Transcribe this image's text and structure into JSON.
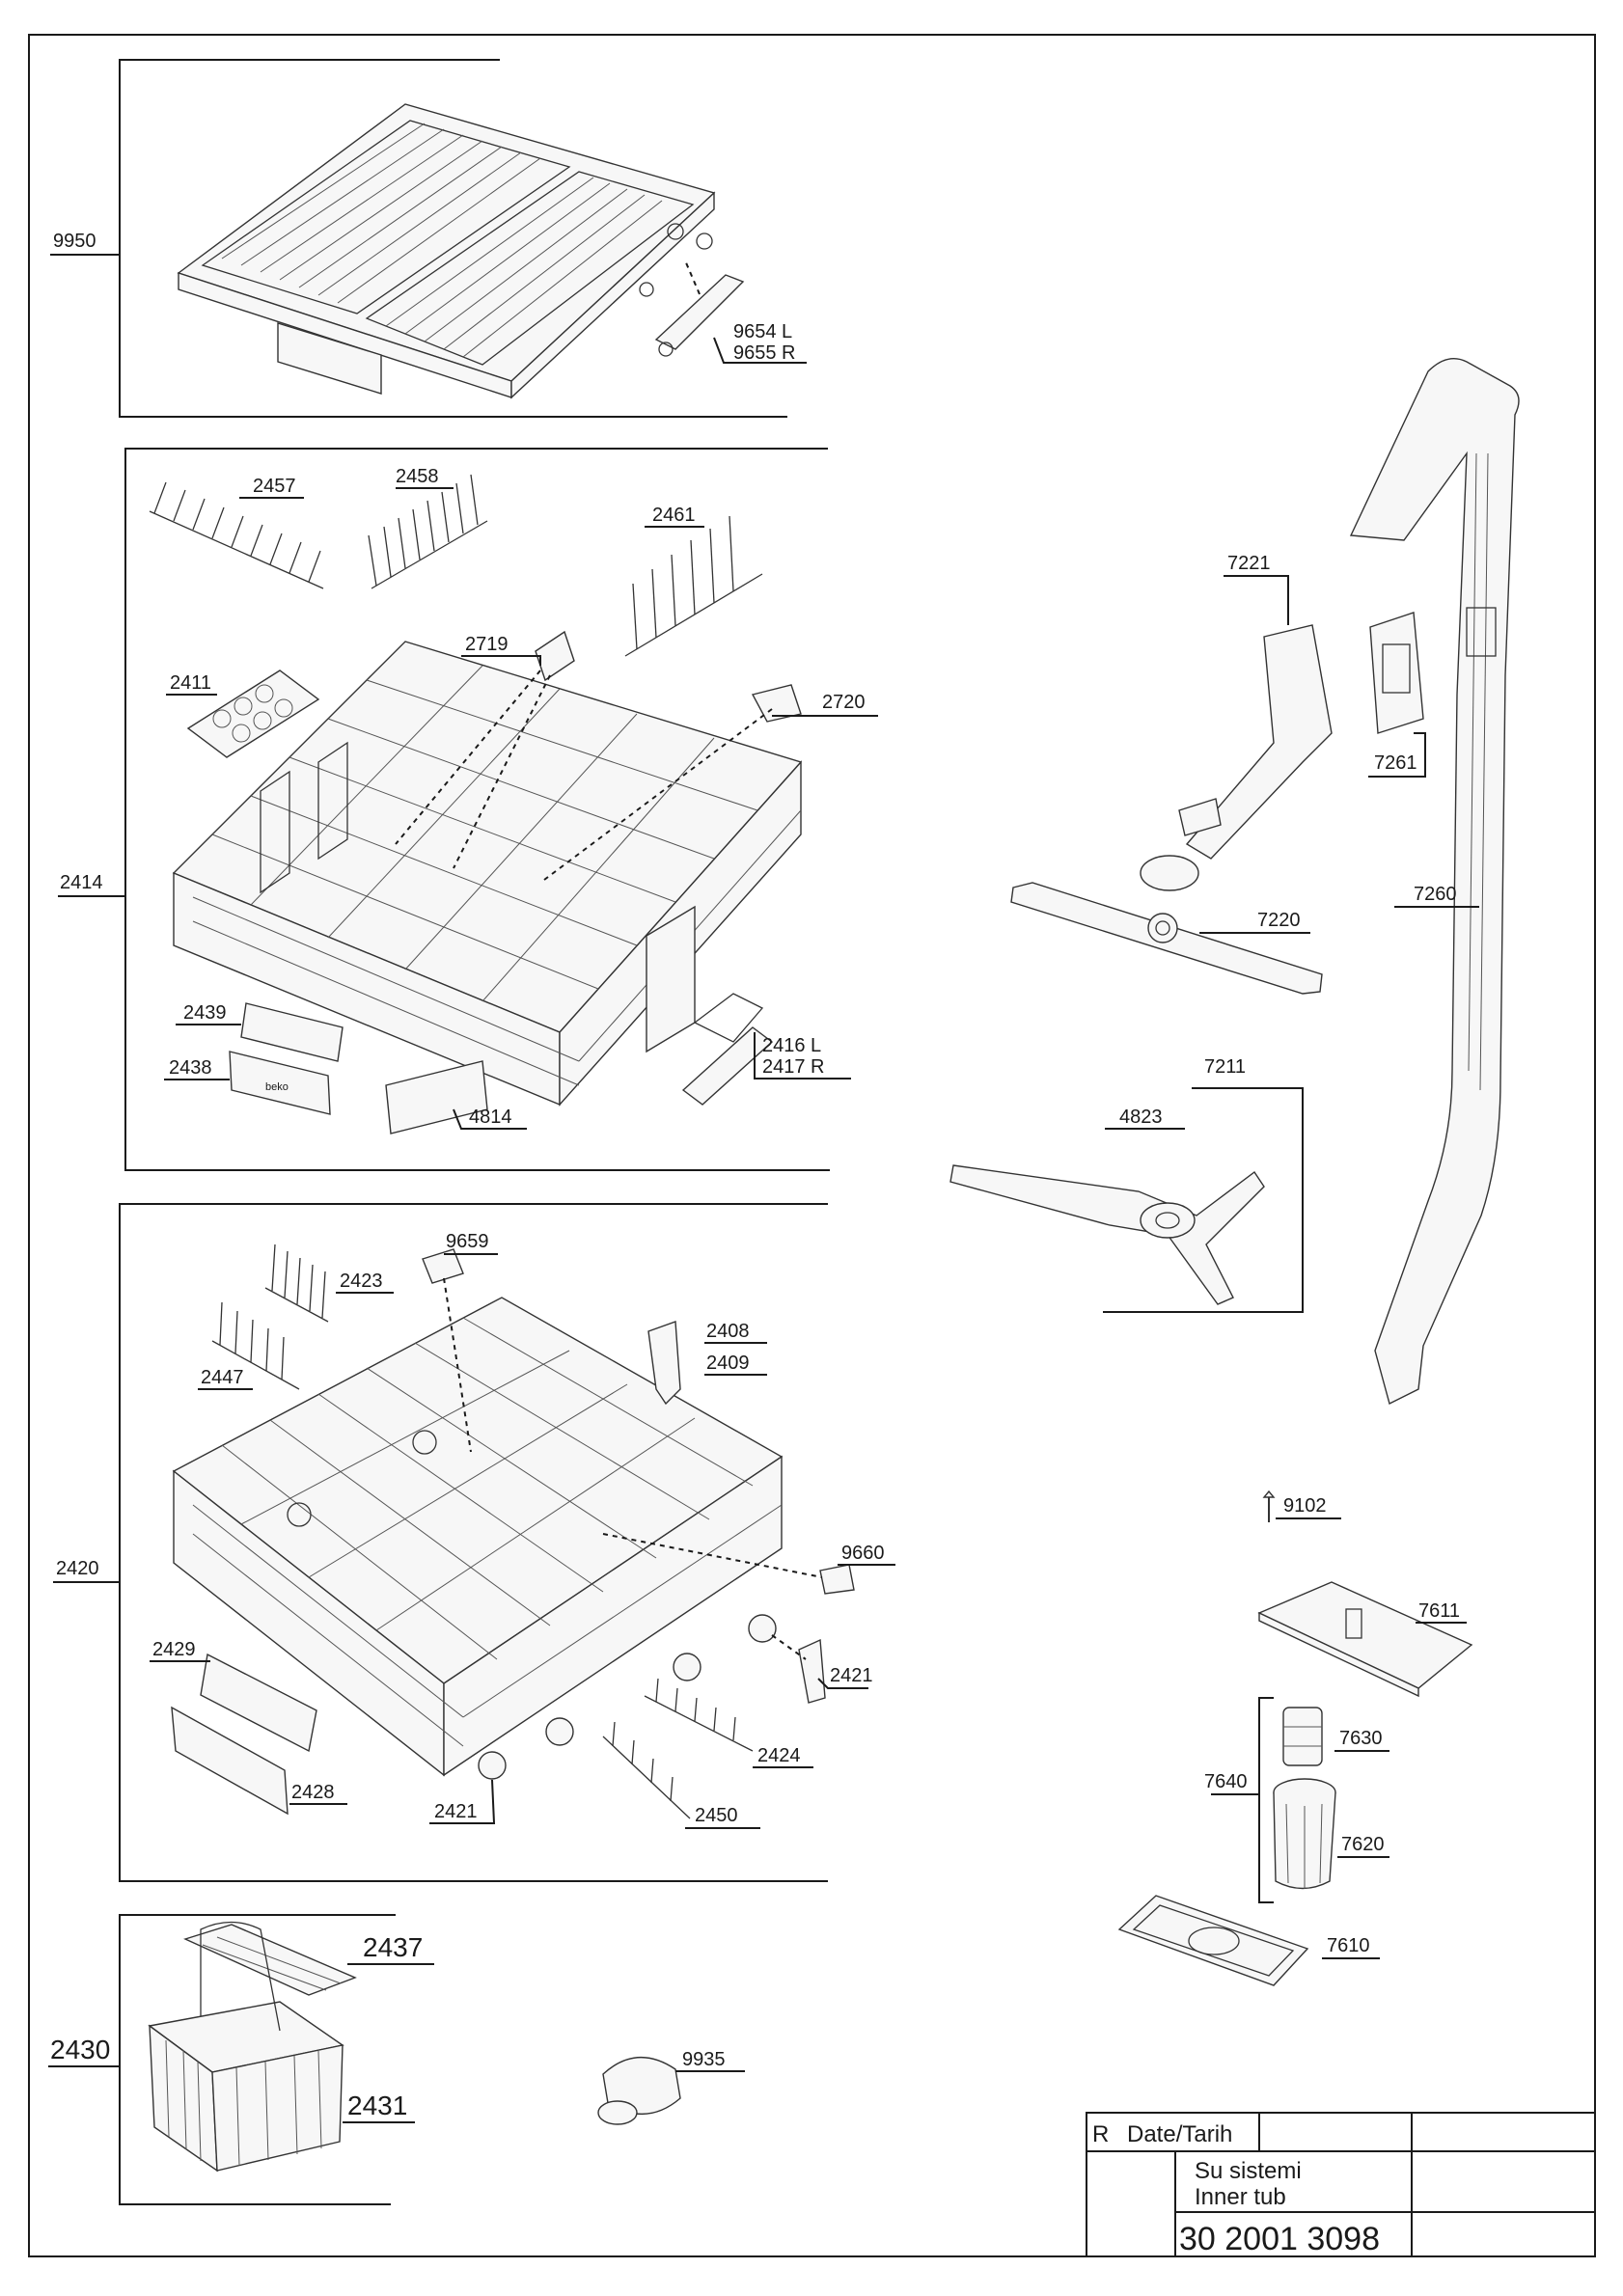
{
  "labels": {
    "p9950": "9950",
    "p9654": "9654 L",
    "p9655": "9655 R",
    "p2414": "2414",
    "p2457": "2457",
    "p2458": "2458",
    "p2461": "2461",
    "p2719": "2719",
    "p2720": "2720",
    "p2411": "2411",
    "p2439": "2439",
    "p2438": "2438",
    "p4814": "4814",
    "p2416": "2416 L",
    "p2417": "2417 R",
    "p2420": "2420",
    "p9659": "9659",
    "p2423": "2423",
    "p2447": "2447",
    "p2408": "2408",
    "p2409": "2409",
    "p9660": "9660",
    "p2429": "2429",
    "p2421a": "2421",
    "p2421b": "2421",
    "p2428": "2428",
    "p2424": "2424",
    "p2450": "2450",
    "p2430": "2430",
    "p2437": "2437",
    "p2431": "2431",
    "p9935": "9935",
    "p7221": "7221",
    "p7261": "7261",
    "p7260": "7260",
    "p7220": "7220",
    "p7211": "7211",
    "p4823": "4823",
    "p9102": "9102",
    "p7611": "7611",
    "p7630": "7630",
    "p7640": "7640",
    "p7620": "7620",
    "p7610": "7610"
  },
  "logo_text": "beko",
  "title_block": {
    "rev": "R",
    "date_label": "Date/Tarih",
    "name_tr": "Su sistemi",
    "name_en": "Inner tub",
    "drawing_number": "30 2001 3098"
  }
}
